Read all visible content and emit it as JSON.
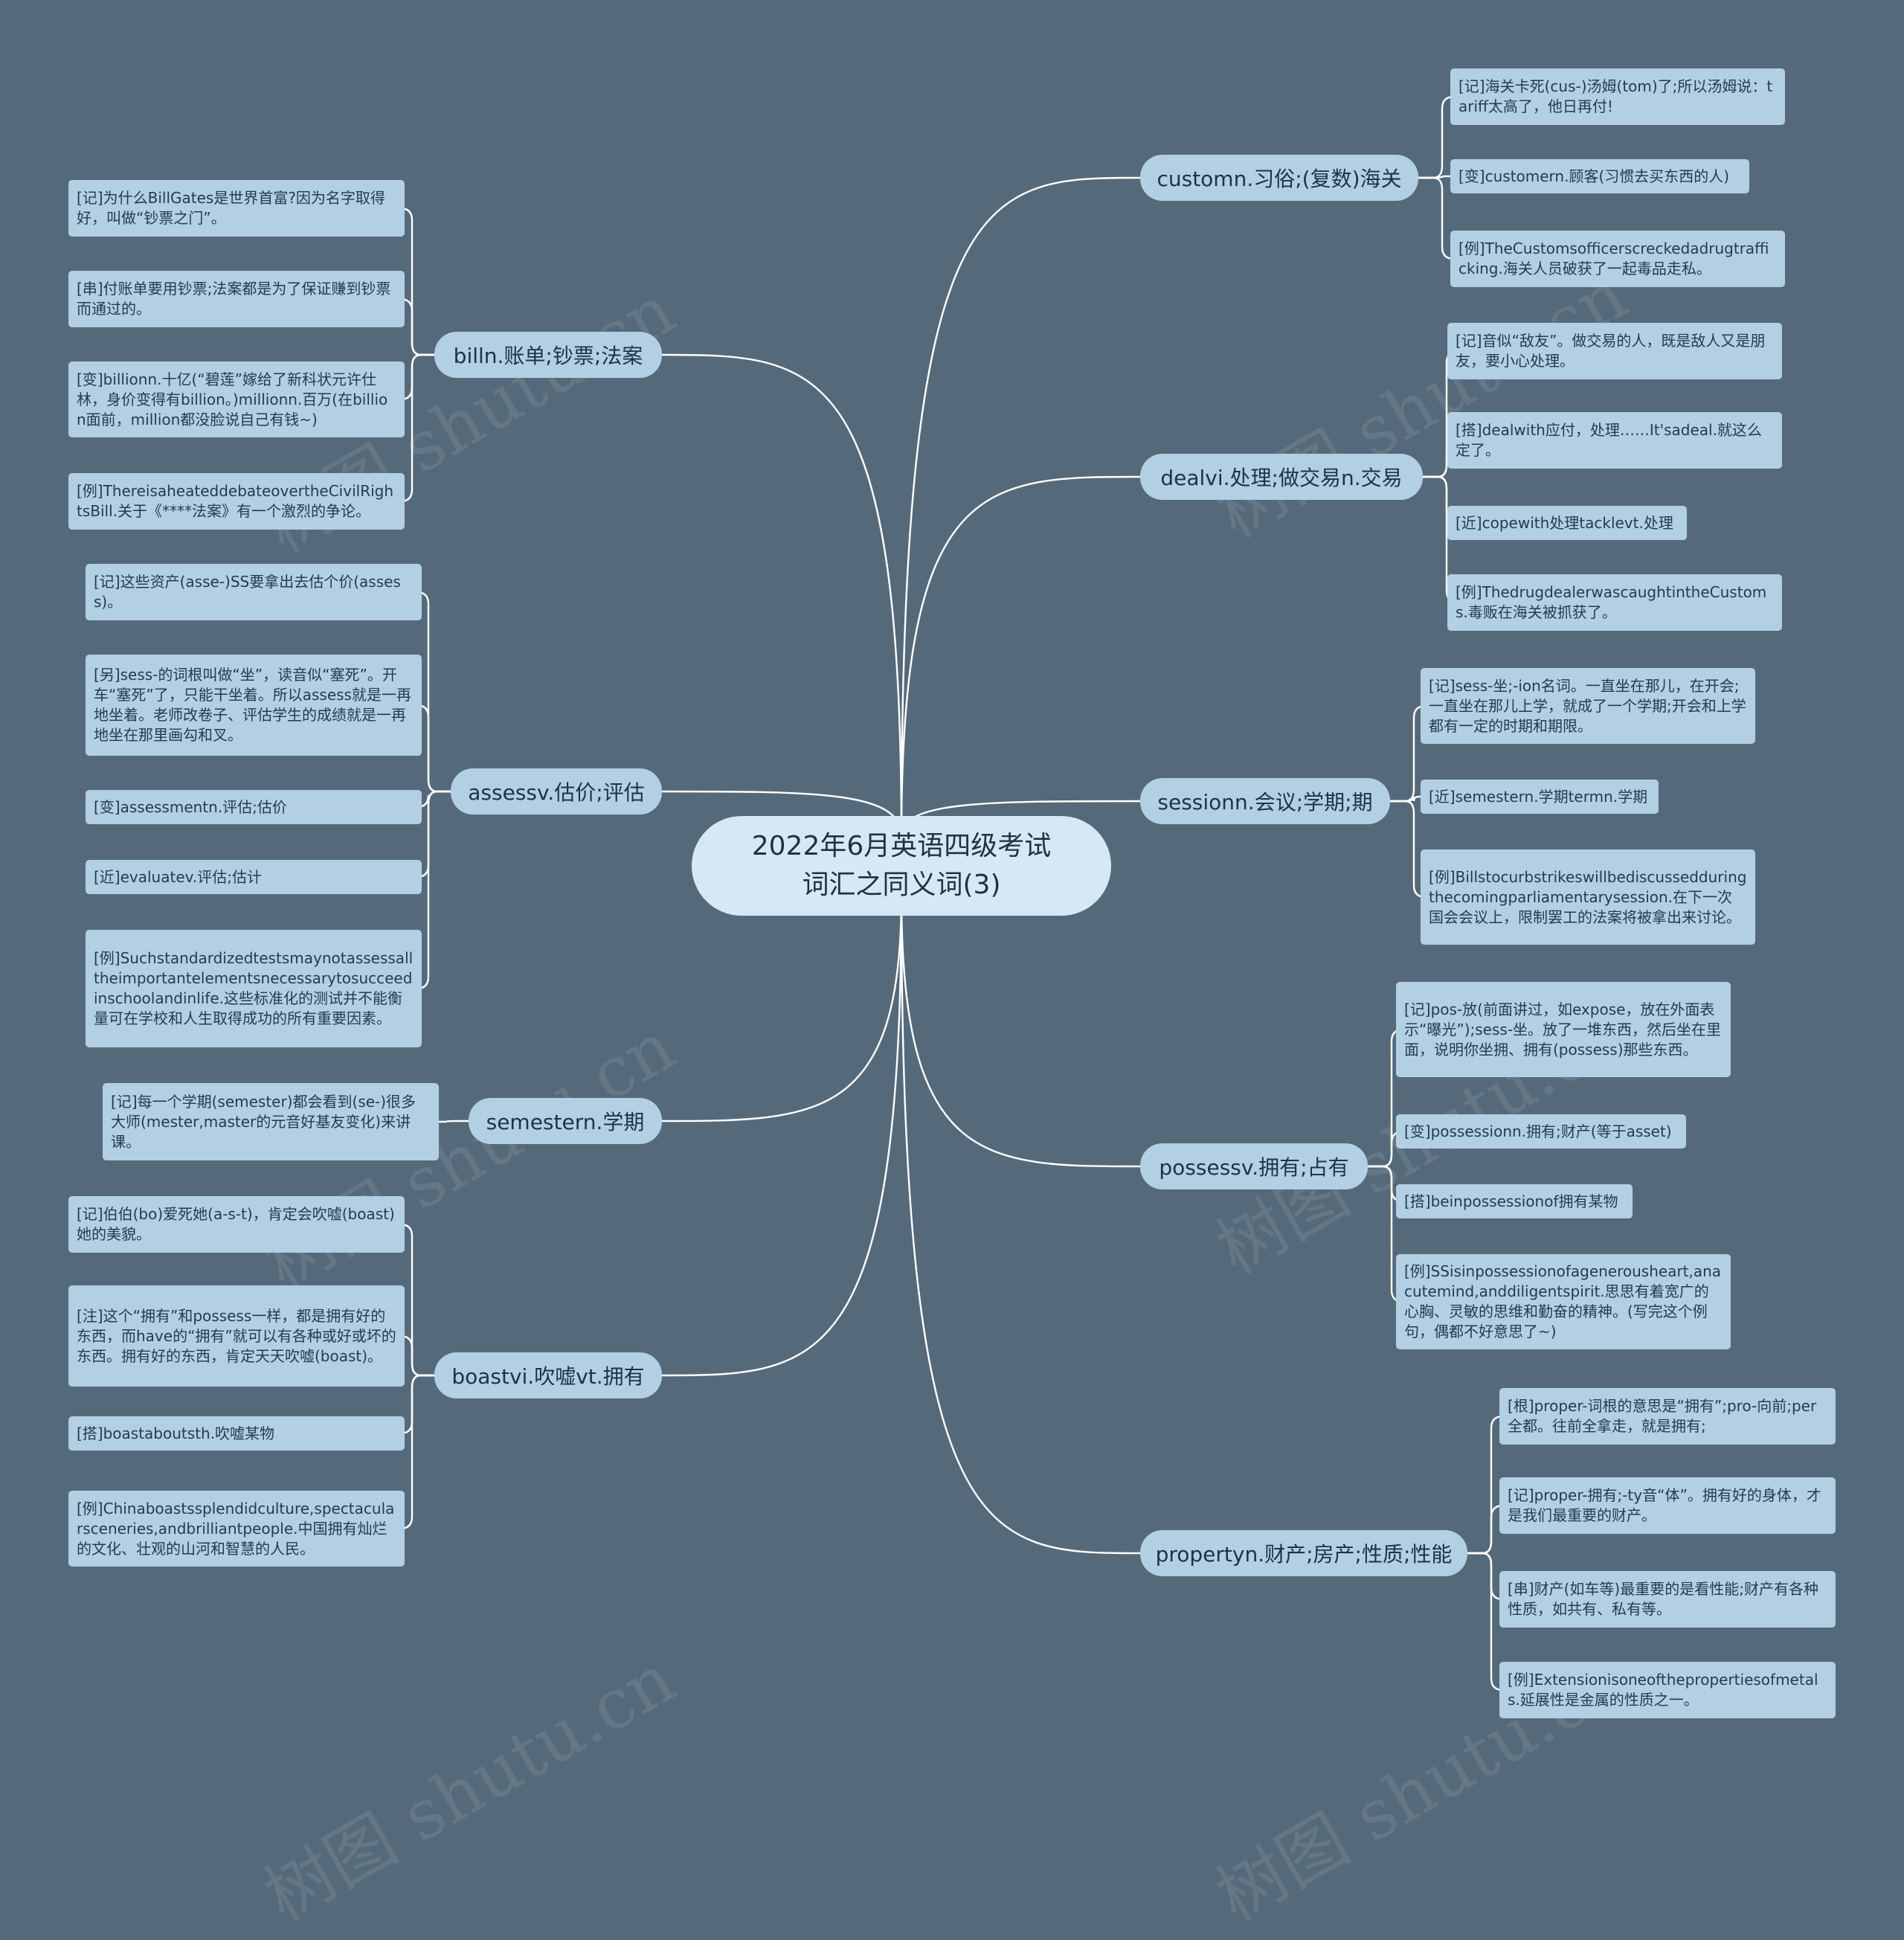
{
  "root": {
    "line1": "2022年6月英语四级考试",
    "line2": "词汇之同义词(3)"
  },
  "watermark": "树图 shutu.cn",
  "branches": [
    {
      "id": "custom",
      "label": "customn.习俗;(复数)海关",
      "leaves": [
        "[记]海关卡死(cus-)汤姆(tom)了;所以汤姆说：tariff太高了，他日再付!",
        "[变]customern.顾客(习惯去买东西的人)",
        "[例]TheCustomsofficerscreckedadrugtrafficking.海关人员破获了一起毒品走私。"
      ]
    },
    {
      "id": "deal",
      "label": "dealvi.处理;做交易n.交易",
      "leaves": [
        "[记]音似“敌友”。做交易的人，既是敌人又是朋友，要小心处理。",
        "[搭]dealwith应付，处理……It'sadeal.就这么定了。",
        "[近]copewith处理tacklevt.处理",
        "[例]ThedrugdealerwascaughtintheCustoms.毒贩在海关被抓获了。"
      ]
    },
    {
      "id": "session",
      "label": "sessionn.会议;学期;期",
      "leaves": [
        "[记]sess-坐;-ion名词。一直坐在那儿，在开会;一直坐在那儿上学，就成了一个学期;开会和上学都有一定的时期和期限。",
        "[近]semestern.学期termn.学期",
        "[例]Billstocurbstrikeswillbediscussedduringthecomingparliamentarysession.在下一次国会会议上，限制罢工的法案将被拿出来讨论。"
      ]
    },
    {
      "id": "possess",
      "label": "possessv.拥有;占有",
      "leaves": [
        "[记]pos-放(前面讲过，如expose，放在外面表示“曝光”);sess-坐。放了一堆东西，然后坐在里面，说明你坐拥、拥有(possess)那些东西。",
        "[变]possessionn.拥有;财产(等于asset)",
        "[搭]beinpossessionof拥有某物",
        "[例]SSisinpossessionofagenerousheart,anacutemind,anddiligentspirit.思思有着宽广的心胸、灵敏的思维和勤奋的精神。(写完这个例句，偶都不好意思了~)"
      ]
    },
    {
      "id": "property",
      "label": "propertyn.财产;房产;性质;性能",
      "leaves": [
        "[根]proper-词根的意思是“拥有”;pro-向前;per全都。往前全拿走，就是拥有;",
        "[记]proper-拥有;-ty音“体”。拥有好的身体，才是我们最重要的财产。",
        "[串]财产(如车等)最重要的是看性能;财产有各种性质，如共有、私有等。",
        "[例]Extensionisoneofthepropertiesofmetals.延展性是金属的性质之一。"
      ]
    },
    {
      "id": "bill",
      "label": "billn.账单;钞票;法案",
      "leaves": [
        "[记]为什么BillGates是世界首富?因为名字取得好，叫做“钞票之门”。",
        "[串]付账单要用钞票;法案都是为了保证赚到钞票而通过的。",
        "[变]billionn.十亿(“碧莲”嫁给了新科状元许仕林，身价变得有billion。)millionn.百万(在billion面前，million都没脸说自己有钱~)",
        "[例]ThereisaheateddebateovertheCivilRightsBill.关于《****法案》有一个激烈的争论。"
      ]
    },
    {
      "id": "assess",
      "label": "assessv.估价;评估",
      "leaves": [
        "[记]这些资产(asse-)SS要拿出去估个价(assess)。",
        "[另]sess-的词根叫做“坐”，读音似“塞死”。开车“塞死”了，只能干坐着。所以assess就是一再地坐着。老师改卷子、评估学生的成绩就是一再地坐在那里画勾和叉。",
        "[变]assessmentn.评估;估价",
        "[近]evaluatev.评估;估计",
        "[例]Suchstandardizedtestsmaynotassessalltheimportantelementsnecessarytosucceedinschoolandinlife.这些标准化的测试并不能衡量可在学校和人生取得成功的所有重要因素。"
      ]
    },
    {
      "id": "semester",
      "label": "semestern.学期",
      "leaves": [
        "[记]每一个学期(semester)都会看到(se-)很多大师(mester,master的元音好基友变化)来讲课。"
      ]
    },
    {
      "id": "boast",
      "label": "boastvi.吹嘘vt.拥有",
      "leaves": [
        "[记]伯伯(bo)爱死她(a-s-t)，肯定会吹嘘(boast)她的美貌。",
        "[注]这个“拥有”和possess一样，都是拥有好的东西，而have的“拥有”就可以有各种或好或坏的东西。拥有好的东西，肯定天天吹嘘(boast)。",
        "[搭]boastaboutsth.吹嘘某物",
        "[例]Chinaboastssplendidculture,spectacularsceneries,andbrilliantpeople.中国拥有灿烂的文化、壮观的山河和智慧的人民。"
      ]
    }
  ]
}
